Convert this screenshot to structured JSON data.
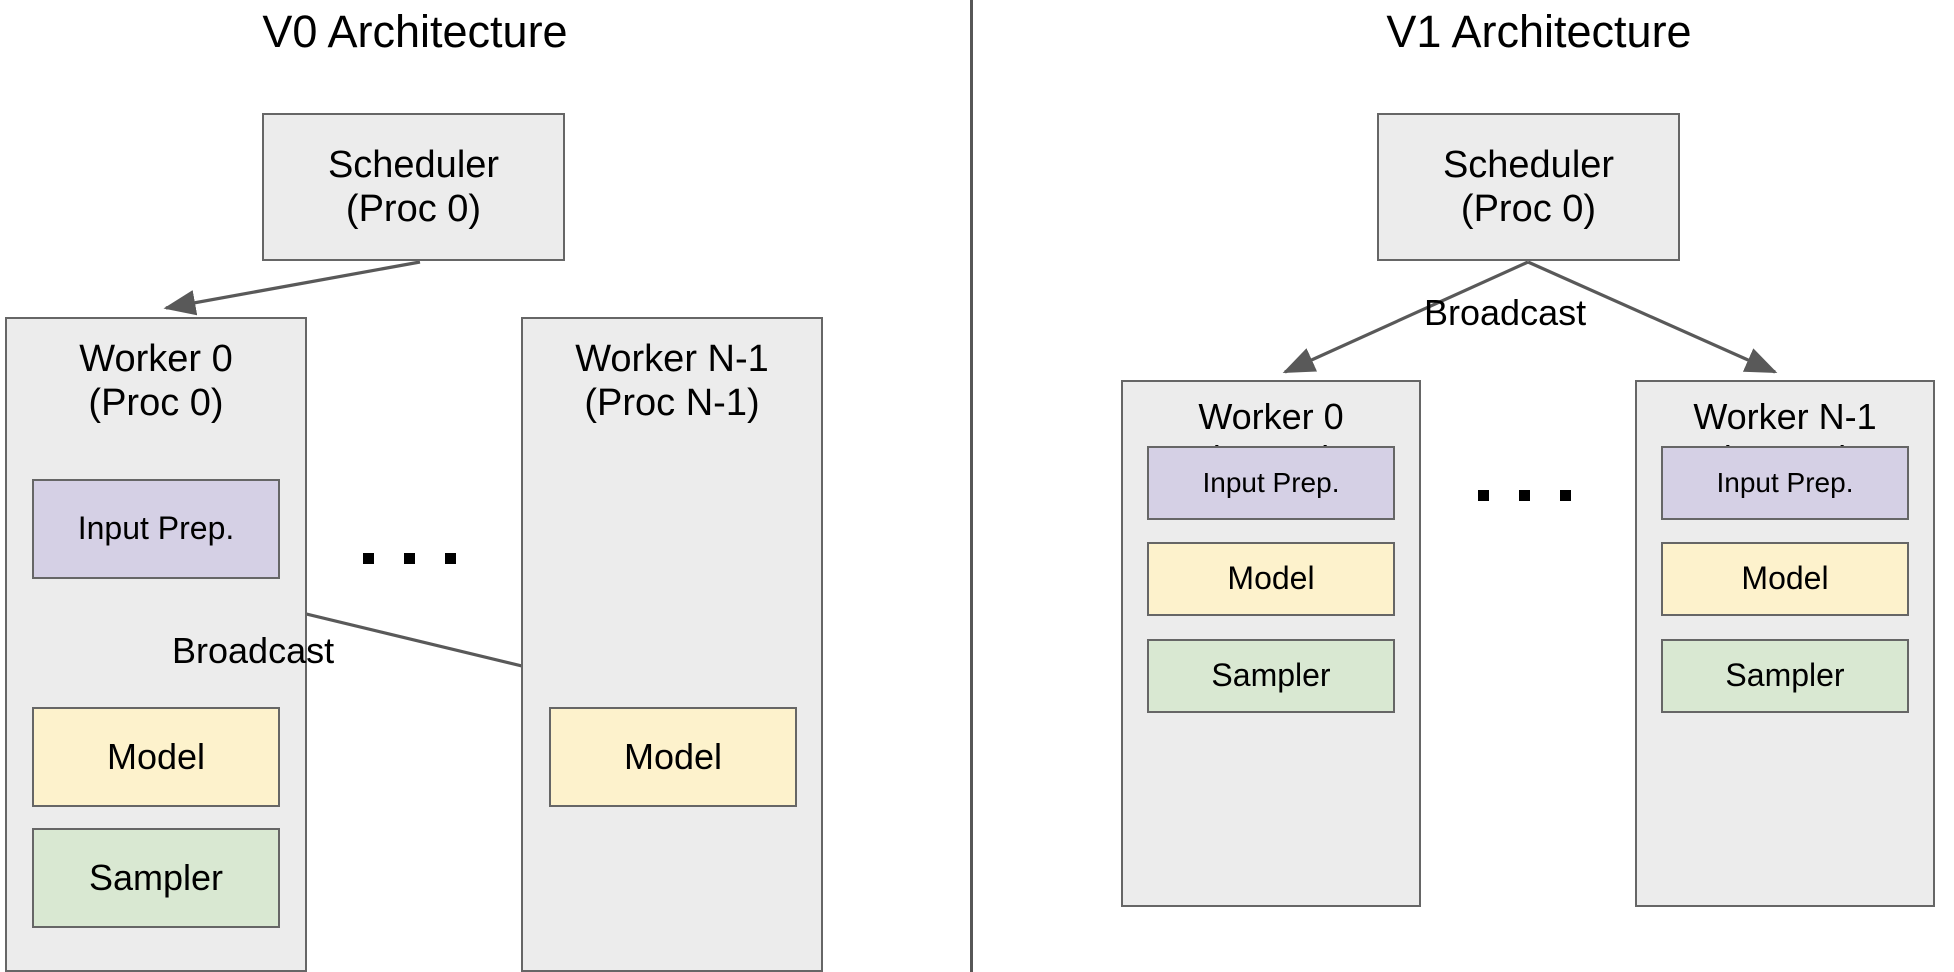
{
  "divider": {
    "name": "vertical-divider",
    "color": "#575757"
  },
  "colors": {
    "container_fill": "#ececec",
    "border": "#666666",
    "input_prep_fill": "#d5d0e5",
    "model_fill": "#fdf2cc",
    "sampler_fill": "#d9e8d2",
    "arrow": "#595959",
    "text": "#000000"
  },
  "panels": [
    {
      "id": "v0",
      "title": "V0 Architecture",
      "scheduler": {
        "line1": "Scheduler",
        "line2": "(Proc 0)"
      },
      "broadcast_label": "Broadcast",
      "ellipsis": "...",
      "workers": [
        {
          "id": "v0-worker-0",
          "line1": "Worker 0",
          "line2": "(Proc 0)",
          "components": [
            {
              "id": "input-prep",
              "label": "Input Prep."
            },
            {
              "id": "model",
              "label": "Model"
            },
            {
              "id": "sampler",
              "label": "Sampler"
            }
          ]
        },
        {
          "id": "v0-worker-n-1",
          "line1": "Worker N-1",
          "line2": "(Proc N-1)",
          "components": [
            {
              "id": "model",
              "label": "Model"
            }
          ]
        }
      ]
    },
    {
      "id": "v1",
      "title": "V1 Architecture",
      "scheduler": {
        "line1": "Scheduler",
        "line2": "(Proc 0)"
      },
      "broadcast_label": "Broadcast",
      "ellipsis": "...",
      "workers": [
        {
          "id": "v1-worker-0",
          "line1": "Worker 0",
          "line2": "(Proc 1)",
          "components": [
            {
              "id": "input-prep",
              "label": "Input Prep."
            },
            {
              "id": "model",
              "label": "Model"
            },
            {
              "id": "sampler",
              "label": "Sampler"
            }
          ]
        },
        {
          "id": "v1-worker-n-1",
          "line1": "Worker N-1",
          "line2": "(Proc N)",
          "components": [
            {
              "id": "input-prep",
              "label": "Input Prep."
            },
            {
              "id": "model",
              "label": "Model"
            },
            {
              "id": "sampler",
              "label": "Sampler"
            }
          ]
        }
      ]
    }
  ]
}
